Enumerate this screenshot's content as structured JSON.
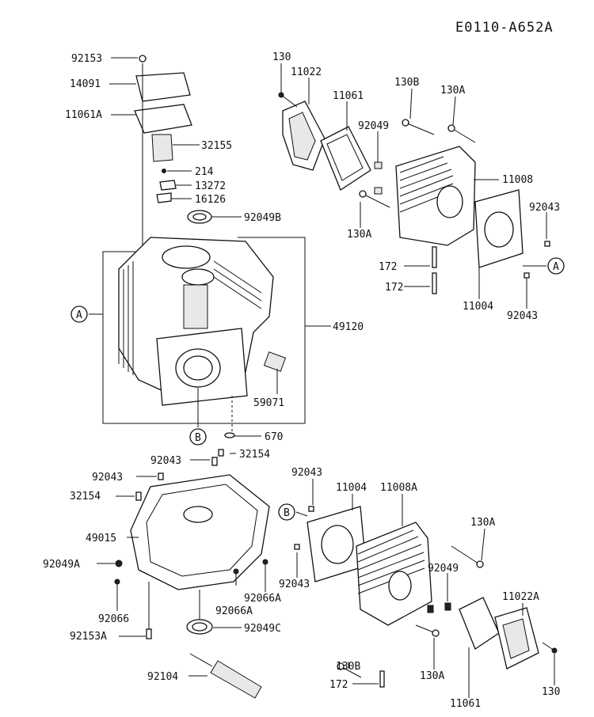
{
  "diagram_code": "E0110-A652A",
  "callouts": {
    "a1": "A",
    "a2": "A",
    "b1": "B",
    "b2": "B"
  },
  "labels": {
    "p92153": "92153",
    "p14091": "14091",
    "p11061A": "11061A",
    "p32155": "32155",
    "p214": "214",
    "p13272": "13272",
    "p16126": "16126",
    "p92049B": "92049B",
    "p49120": "49120",
    "p59071": "59071",
    "p670": "670",
    "t130": "130",
    "t11022": "11022",
    "t11061": "11061",
    "t130B": "130B",
    "t130A": "130A",
    "t92049": "92049",
    "t11008": "11008",
    "t130A_2": "130A",
    "t92043": "92043",
    "t172": "172",
    "t172_2": "172",
    "t11004": "11004",
    "t92043_2": "92043",
    "c92043": "92043",
    "c32154": "32154",
    "c92043_2": "92043",
    "c32154_2": "32154",
    "c49015": "49015",
    "c92049A": "92049A",
    "c92066": "92066",
    "c92153A": "92153A",
    "c92066A": "92066A",
    "c92066A_2": "92066A",
    "c92049C": "92049C",
    "c92104": "92104",
    "h92043": "92043",
    "h11004": "11004",
    "h11008A": "11008A",
    "h130A": "130A",
    "h92043_2": "92043",
    "h92049": "92049",
    "h11022A": "11022A",
    "h130B": "130B",
    "h130A_2": "130A",
    "h172": "172",
    "h11061": "11061",
    "h130": "130"
  }
}
